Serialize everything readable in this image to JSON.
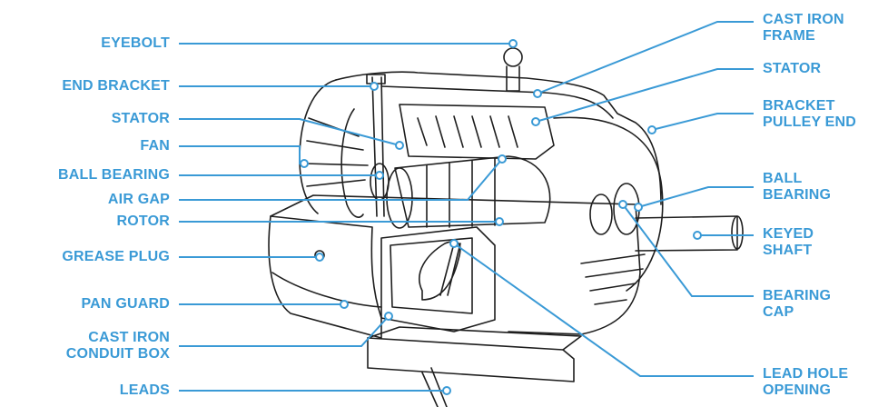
{
  "accent_color": "#3a9ad6",
  "line_color": "#1e1e1e",
  "labels_left": {
    "eyebolt": "EYEBOLT",
    "end_bracket": "END BRACKET",
    "stator": "STATOR",
    "fan": "FAN",
    "ball_bearing": "BALL BEARING",
    "air_gap": "AIR GAP",
    "rotor": "ROTOR",
    "grease_plug": "GREASE PLUG",
    "pan_guard": "PAN GUARD",
    "conduit_box": "CAST IRON\nCONDUIT BOX",
    "leads": "LEADS"
  },
  "labels_right": {
    "cast_iron_frame": "CAST IRON\nFRAME",
    "stator": "STATOR",
    "bracket_pulley_end": "BRACKET\nPULLEY END",
    "ball_bearing": "BALL\nBEARING",
    "keyed_shaft": "KEYED\nSHAFT",
    "bearing_cap": "BEARING\nCAP",
    "lead_hole_opening": "LEAD HOLE\nOPENING"
  }
}
